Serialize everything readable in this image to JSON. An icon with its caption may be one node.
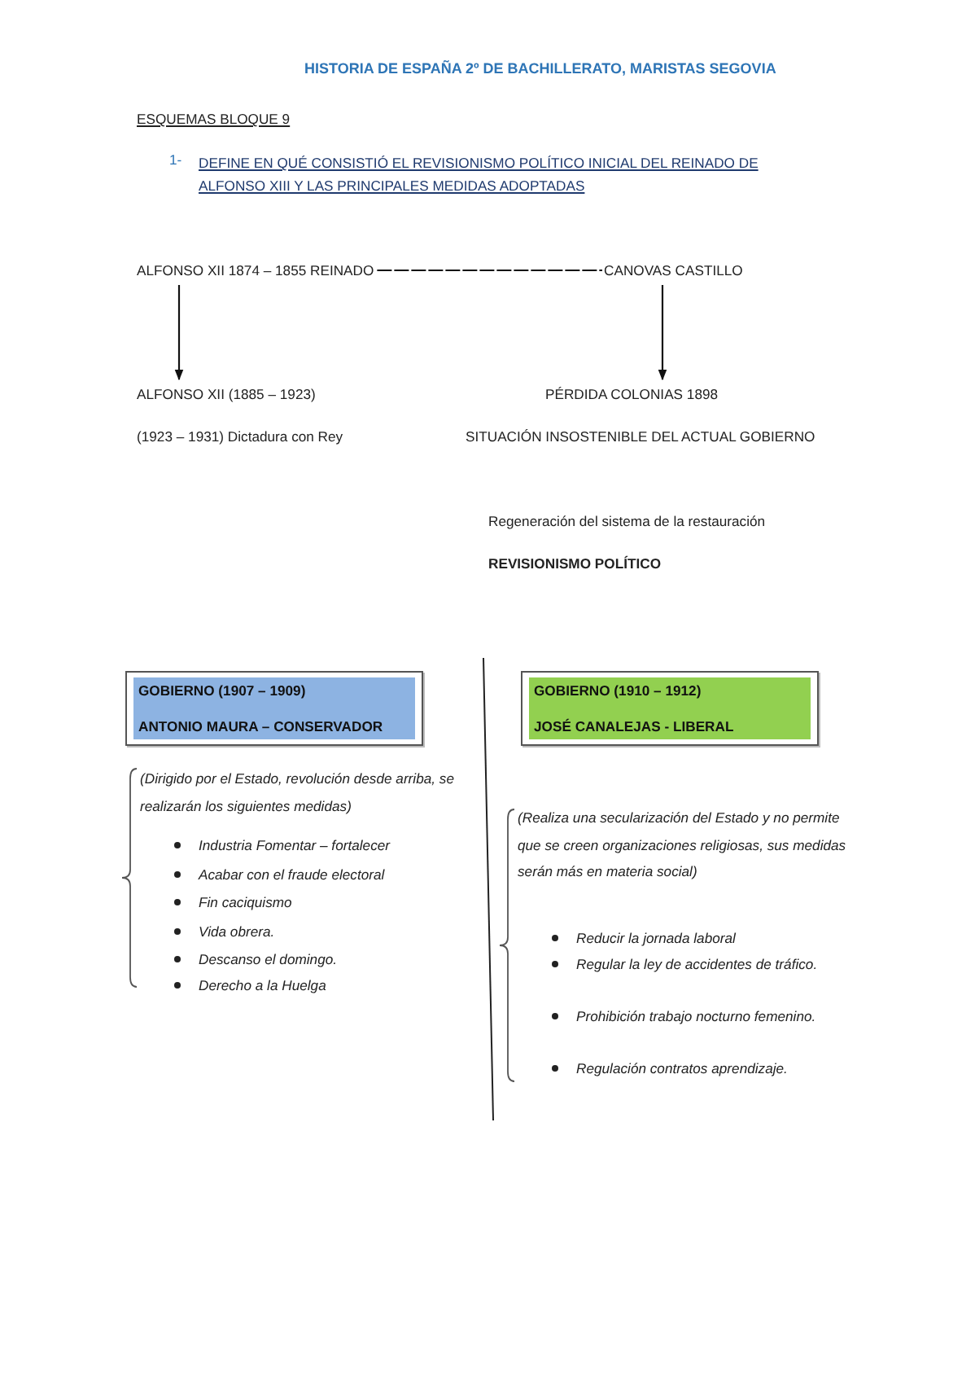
{
  "diagram": {
    "title": "HISTORIA DE ESPAÑA 2º DE BACHILLERATO, MARISTAS SEGOVIA",
    "nodes": [
      {
        "text": [
          "ALFONSO XII 1874 – 1855 REINADO"
        ]
      },
      {
        "text": [
          "CANOVAS CASTILLO"
        ]
      },
      {
        "text": [
          "ALFONSO XII (1885 – 1923)"
        ]
      },
      {
        "text": [
          "PÉRDIDA COLONIAS 1898"
        ]
      },
      {
        "text": [
          "GOBIERNO (1907 – 1909)",
          "ANTONIO MAURA – CONSERVADOR"
        ]
      },
      {
        "text": [
          "GOBIERNO (1910 – 1912)",
          "JOSÉ CANALEJAS - LIBERAL"
        ]
      }
    ],
    "edges": [
      {
        "from": 0,
        "to": 1,
        "arrow": "none",
        "style": "dashed"
      },
      {
        "from": 0,
        "to": 2,
        "arrow": "to"
      },
      {
        "from": 1,
        "to": 3,
        "arrow": "to"
      }
    ],
    "labels": [
      "ESQUEMAS BLOQUE 9",
      "1-",
      "DEFINE EN QUÉ CONSISTIÓ EL REVISIONISMO POLÍTICO INICIAL DEL REINADO DE ALFONSO XIII Y LAS PRINCIPALES MEDIDAS ADOPTADAS",
      "(1923 – 1931) Dictadura con Rey",
      "SITUACIÓN INSOSTENIBLE DEL ACTUAL GOBIERNO",
      "Regeneración del sistema de la restauración",
      "REVISIONISMO POLÍTICO",
      "(Dirigido por el Estado, revolución desde arriba, se realizarán los siguientes medidas)",
      "Industria Fomentar – fortalecer",
      "Acabar con el fraude electoral",
      "Fin caciquismo",
      "Vida obrera.",
      "Descanso el domingo.",
      "Derecho a la Huelga",
      "(Realiza una secularización del Estado y no permite que se creen organizaciones religiosas, sus medidas serán más en materia social)",
      "Reducir la jornada laboral",
      "Regular la ley de accidentes de tráfico.",
      "Prohibición trabajo nocturno femenino.",
      "Regulación contratos aprendizaje."
    ]
  }
}
